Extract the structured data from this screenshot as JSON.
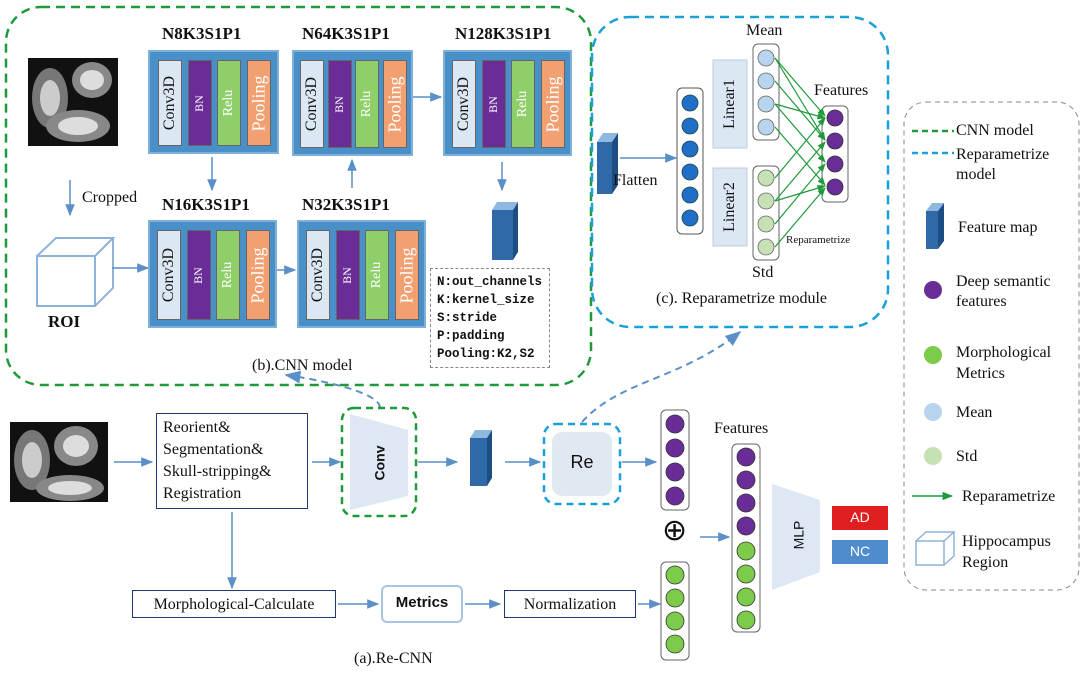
{
  "cnn_model": {
    "caption": "(b).CNN model",
    "blocks": [
      {
        "title": "N8K3S1P1",
        "layers": [
          "Conv3D",
          "BN",
          "Relu",
          "Pooling"
        ]
      },
      {
        "title": "N64K3S1P1",
        "layers": [
          "Conv3D",
          "BN",
          "Relu",
          "Pooling"
        ]
      },
      {
        "title": "N128K3S1P1",
        "layers": [
          "Conv3D",
          "BN",
          "Relu",
          "Pooling"
        ]
      },
      {
        "title": "N16K3S1P1",
        "layers": [
          "Conv3D",
          "BN",
          "Relu",
          "Pooling"
        ]
      },
      {
        "title": "N32K3S1P1",
        "layers": [
          "Conv3D",
          "BN",
          "Relu",
          "Pooling"
        ]
      }
    ],
    "cropped_label": "Cropped",
    "roi_label": "ROI",
    "param_defs": [
      "N:out_channels",
      "K:kernel_size",
      "S:stride",
      "P:padding",
      "Pooling:K2,S2"
    ]
  },
  "reparam_module": {
    "caption": "(c). Reparametrize  module",
    "flatten": "Flatten",
    "linear1": "Linear1",
    "linear2": "Linear2",
    "mean": "Mean",
    "std": "Std",
    "features": "Features",
    "reparametrize": "Reparametrize"
  },
  "pipeline": {
    "caption": "(a).Re-CNN",
    "preprocess": [
      "Reorient&",
      "Segmentation&",
      "Skull-stripping&",
      "Registration"
    ],
    "conv": "Conv",
    "re": "Re",
    "plus": "⊕",
    "features": "Features",
    "mlp": "MLP",
    "ad": "AD",
    "nc": "NC",
    "morph": "Morphological-Calculate",
    "metrics": "Metrics",
    "normalization": "Normalization"
  },
  "legend": {
    "cnn_model": "CNN model",
    "reparam_1": "Reparametrize",
    "reparam_2": "model",
    "feature_map": "Feature map",
    "deep_1": "Deep semantic",
    "deep_2": "features",
    "morph_1": "Morphological",
    "morph_2": "Metrics",
    "mean": "Mean",
    "std": "Std",
    "reparametrize": "Reparametrize",
    "hippo_1": "Hippocampus",
    "hippo_2": "Region"
  },
  "colors": {
    "cnn_border": "#1e9a3a",
    "reparam_border": "#1aa0d8",
    "block_bg": "#4a90c8",
    "conv3d": "#dbe8f4",
    "bn": "#6a2d98",
    "relu": "#8fcf6a",
    "pooling": "#f2a072",
    "purple": "#6a2d98",
    "green": "#7ccb4a",
    "light_blue": "#b8d4ee",
    "light_green": "#c6e2b4",
    "blue_dot": "#1f6fc8",
    "ad": "#e02020",
    "nc": "#4f8ccd"
  }
}
